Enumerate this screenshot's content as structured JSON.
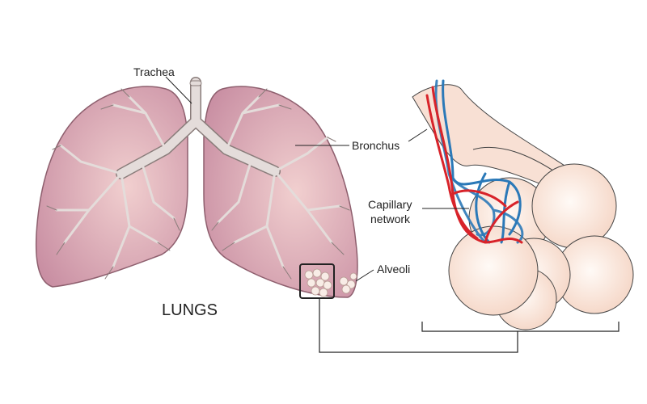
{
  "labels": {
    "trachea": "Trachea",
    "bronchus": "Bronchus",
    "capillary_line1": "Capillary",
    "capillary_line2": "network",
    "alveoli": "Alveoli",
    "lungs": "LUNGS"
  },
  "colors": {
    "lung_fill": "#d9a9b7",
    "lung_edge": "#8e5f6e",
    "airway": "#e4dcda",
    "alveolus": "#f8e0d4",
    "artery": "#d8232a",
    "vein": "#2b79b8"
  }
}
